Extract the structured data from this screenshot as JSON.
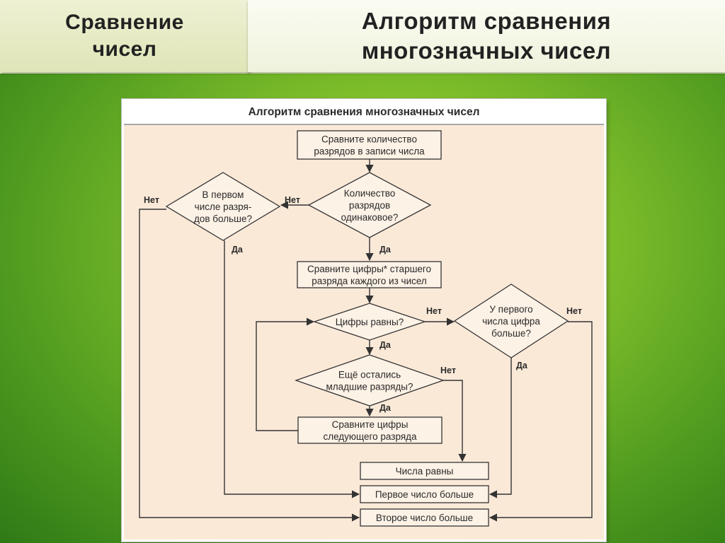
{
  "header": {
    "left_title": "Сравнение\nчисел",
    "right_title": "Алгоритм сравнения\nмногозначных чисел"
  },
  "diagram": {
    "title": "Алгоритм сравнения многозначных чисел",
    "nodes": {
      "compare_count": [
        "Сравните количество",
        "разрядов в записи числа"
      ],
      "same_count": [
        "Количество",
        "разрядов",
        "одинаковое?"
      ],
      "first_more_digits": [
        "В первом",
        "числе разря-",
        "дов больше?"
      ],
      "compare_high": [
        "Сравните цифры* старшего",
        "разряда каждого из чисел"
      ],
      "digits_equal": [
        "Цифры равны?"
      ],
      "first_digit_bigger": [
        "У первого",
        "числа цифра",
        "больше?"
      ],
      "lower_left": [
        "Ещё остались",
        "младшие разряды?"
      ],
      "compare_next": [
        "Сравните цифры",
        "следующего разряда"
      ],
      "numbers_equal": [
        "Числа равны"
      ],
      "first_bigger": [
        "Первое число больше"
      ],
      "second_bigger": [
        "Второе число больше"
      ]
    },
    "labels": {
      "yes": "Да",
      "no": "Нет"
    }
  },
  "colors": {
    "panel_bg": "#fbe9d8",
    "node_fill": "#fdf2e6",
    "stroke": "#333333"
  }
}
